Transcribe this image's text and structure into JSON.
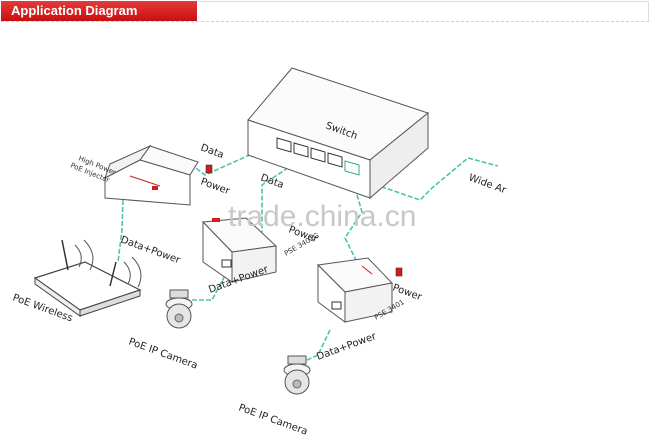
{
  "header": {
    "title": "Application Diagram"
  },
  "labels": {
    "switch": "Switch",
    "injector": "High Power PoE Injector",
    "injector_l1": "High Power",
    "injector_l2": "PoE Injector",
    "data_top": "Data",
    "power_top": "Power",
    "data_mid": "Data",
    "power_mid": "Power",
    "data_power_1": "Data+Power",
    "pse_3401g": "PSE 3401G",
    "data_power_2": "Data+Power",
    "pse_3401": "PSE 3401",
    "power_right": "Power",
    "data_power_3": "Data+Power",
    "wide_area": "Wide Ar",
    "poe_wireless": "PoE Wireless",
    "poe_ip_camera_1": "PoE IP Camera",
    "poe_ip_camera_2": "PoE IP Camera",
    "watermark": "trade.china.cn"
  },
  "colors": {
    "accent": "#d41c1c",
    "cable": "#4fc3b0"
  }
}
